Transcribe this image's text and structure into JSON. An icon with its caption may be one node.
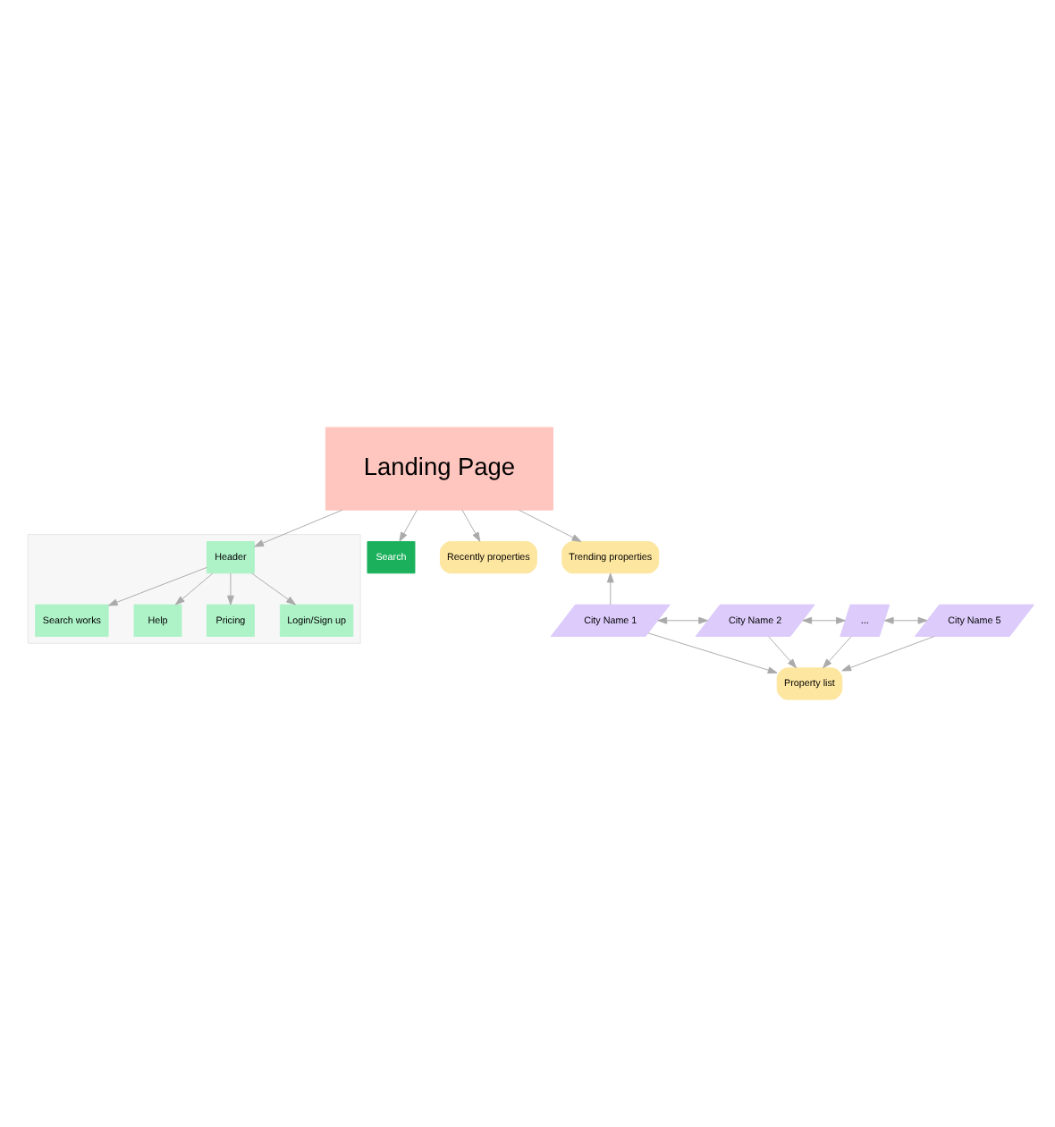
{
  "diagram": {
    "nodes": [
      {
        "text": [
          "Landing Page"
        ]
      },
      {
        "text": [],
        "shape": "box"
      },
      {
        "text": [
          "Header"
        ],
        "in": 1
      },
      {
        "text": [
          "Search works"
        ],
        "in": 1
      },
      {
        "text": [
          "Help"
        ],
        "in": 1
      },
      {
        "text": [
          "Pricing"
        ],
        "in": 1
      },
      {
        "text": [
          "Login/Sign up"
        ],
        "in": 1
      },
      {
        "text": [
          "Search"
        ]
      },
      {
        "text": [
          "Recently properties"
        ]
      },
      {
        "text": [
          "Trending properties"
        ]
      },
      {
        "text": [
          "City Name 1"
        ]
      },
      {
        "text": [
          "City Name 2"
        ]
      },
      {
        "text": [
          "..."
        ]
      },
      {
        "text": [
          "City Name 5"
        ]
      },
      {
        "text": [
          "Property list"
        ]
      }
    ],
    "edges": [
      {
        "from": 0,
        "to": 2,
        "arrow": "to"
      },
      {
        "from": 2,
        "to": 3,
        "arrow": "to"
      },
      {
        "from": 2,
        "to": 4,
        "arrow": "to"
      },
      {
        "from": 2,
        "to": 5,
        "arrow": "to"
      },
      {
        "from": 2,
        "to": 6,
        "arrow": "to"
      },
      {
        "from": 0,
        "to": 7,
        "arrow": "to"
      },
      {
        "from": 0,
        "to": 8,
        "arrow": "to"
      },
      {
        "from": 0,
        "to": 9,
        "arrow": "to"
      },
      {
        "from": 10,
        "to": 9,
        "arrow": "to"
      },
      {
        "from": 10,
        "to": 11,
        "arrow": "both"
      },
      {
        "from": 11,
        "to": 12,
        "arrow": "both"
      },
      {
        "from": 12,
        "to": 13,
        "arrow": "both"
      },
      {
        "from": 10,
        "to": 14,
        "arrow": "to"
      },
      {
        "from": 11,
        "to": 14,
        "arrow": "to"
      },
      {
        "from": 12,
        "to": 14,
        "arrow": "to"
      },
      {
        "from": 13,
        "to": 14,
        "arrow": "to"
      }
    ]
  }
}
